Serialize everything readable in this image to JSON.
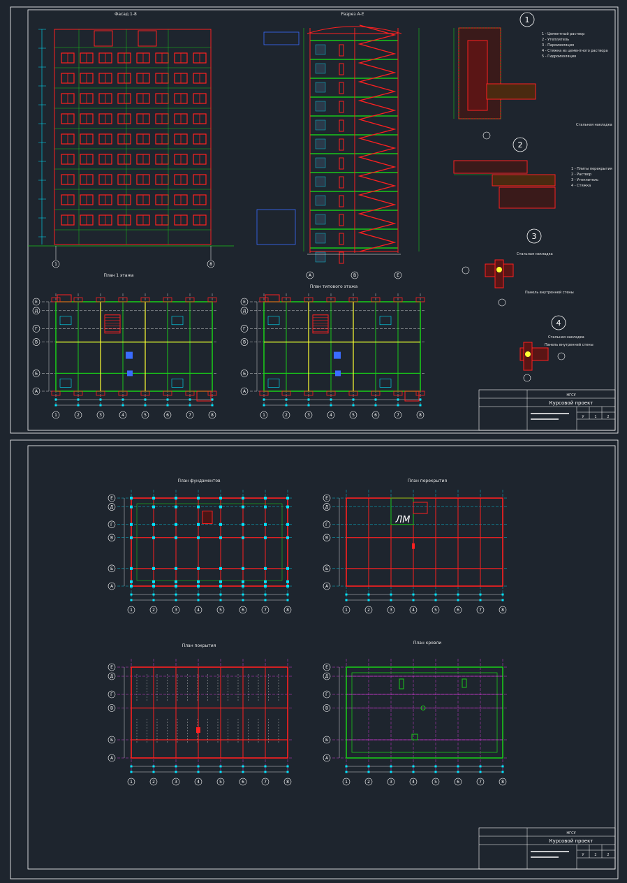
{
  "sheet1": {
    "titles": {
      "facade": "Фасад 1-8",
      "section": "Разрез А-Е",
      "plan_first": "План 1 этажа",
      "plan_typical": "План типового этажа"
    },
    "details": {
      "d1_num": "1",
      "d2_num": "2",
      "d3_num": "3",
      "d4_num": "4",
      "d1_legend": [
        "1 - Цементный раствор",
        "2 - Утеплитель",
        "3 - Пароизоляция",
        "4 - Стяжка из цементного раствора",
        "5 - Гидроизоляция"
      ],
      "d2_legend": [
        "1 - Плиты перекрытия",
        "2 - Раствор",
        "3 - Утеплитель",
        "4 - Стяжка"
      ],
      "steel_plate": "Стальная накладка",
      "panel_inner": "Панель внутренней стены"
    },
    "stamp": {
      "org": "НГСУ",
      "title": "Курсовой проект",
      "stage": "У",
      "sheet": "1",
      "sheets": "2"
    }
  },
  "sheet2": {
    "titles": {
      "foundation": "План фундаментов",
      "slabs": "План перекрытия",
      "attic": "План покрытия",
      "roof": "План кровли"
    },
    "slab_marker": "ЛМ",
    "stamp": {
      "org": "НГСУ",
      "title": "Курсовой проект",
      "stage": "У",
      "sheet": "2",
      "sheets": "2"
    }
  },
  "axes_numeric": [
    "1",
    "2",
    "3",
    "4",
    "5",
    "6",
    "7",
    "8"
  ],
  "axes_letter": [
    "Е",
    "Д",
    "Г",
    "В",
    "Б",
    "А"
  ],
  "section_axes": [
    "А",
    "В",
    "Е"
  ],
  "colors": {
    "background": "#1e252e",
    "frame": "#ffffff",
    "red": "#ff2020",
    "green": "#19c619",
    "yellow": "#ffff33",
    "cyan": "#00e5ff",
    "blue": "#3a6cff",
    "magenta": "#ff40ff"
  }
}
